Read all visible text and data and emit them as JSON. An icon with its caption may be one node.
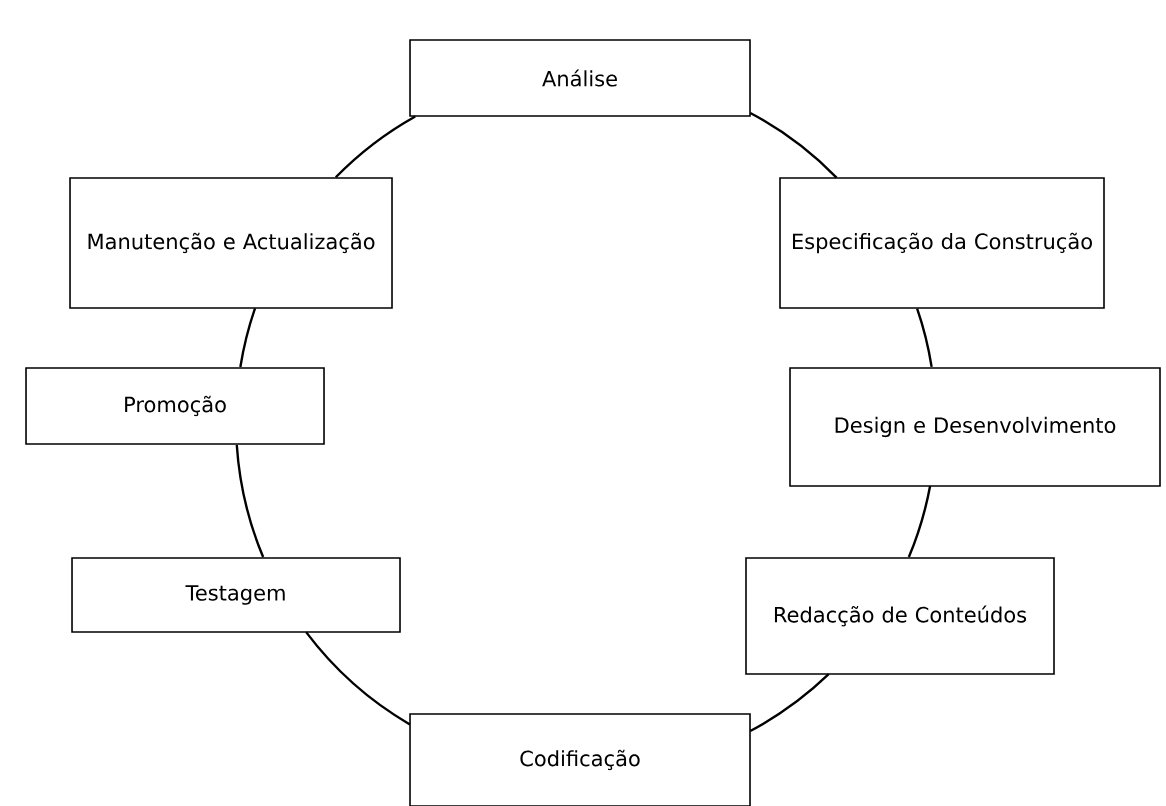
{
  "diagram": {
    "nodes": [
      {
        "text": [
          "Análise"
        ]
      },
      {
        "text": [
          "Especificação da Construção"
        ]
      },
      {
        "text": [
          "Design e Desenvolvimento"
        ]
      },
      {
        "text": [
          "Redacção de Conteúdos"
        ]
      },
      {
        "text": [
          "Codificação"
        ]
      },
      {
        "text": [
          "Testagem"
        ]
      },
      {
        "text": [
          "Promoção"
        ]
      },
      {
        "text": [
          "Manutenção e Actualização"
        ]
      }
    ],
    "edges": [
      {
        "from": 0,
        "to": 1,
        "arrow": "none"
      },
      {
        "from": 1,
        "to": 2,
        "arrow": "none"
      },
      {
        "from": 2,
        "to": 3,
        "arrow": "none"
      },
      {
        "from": 3,
        "to": 4,
        "arrow": "none"
      },
      {
        "from": 4,
        "to": 5,
        "arrow": "none"
      },
      {
        "from": 5,
        "to": 6,
        "arrow": "none"
      },
      {
        "from": 6,
        "to": 7,
        "arrow": "none"
      },
      {
        "from": 7,
        "to": 0,
        "arrow": "none"
      }
    ]
  }
}
